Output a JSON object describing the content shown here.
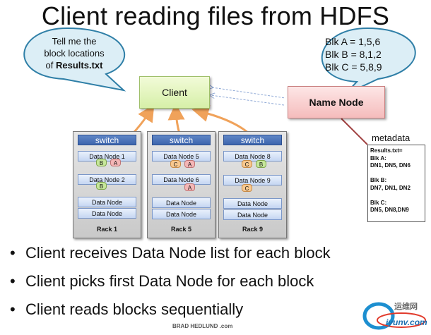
{
  "title": "Client reading files from HDFS",
  "callout_left": {
    "line1": "Tell me the",
    "line2": "block locations",
    "line3_prefix": "of ",
    "line3_bold": "Results.txt"
  },
  "callout_right": {
    "line1": "Blk A = 1,5,6",
    "line2": "Blk B = 8,1,2",
    "line3": "Blk C = 5,8,9"
  },
  "client_label": "Client",
  "namenode_label": "Name Node",
  "metadata": {
    "label": "metadata",
    "lines": [
      "Results.txt=",
      "Blk A:",
      "DN1, DN5, DN6",
      "",
      "Blk B:",
      "DN7, DN1, DN2",
      "",
      "Blk C:",
      "DN5, DN8,DN9"
    ]
  },
  "racks": [
    {
      "switch": "switch",
      "label": "Rack 1",
      "nodes": [
        {
          "label": "Data Node 1",
          "blocks": [
            "B",
            "A"
          ]
        },
        {
          "label": "Data Node 2",
          "blocks": [
            "B"
          ]
        },
        {
          "label": "Data Node",
          "blocks": []
        },
        {
          "label": "Data Node",
          "blocks": []
        }
      ]
    },
    {
      "switch": "switch",
      "label": "Rack 5",
      "nodes": [
        {
          "label": "Data Node 5",
          "blocks": [
            "C",
            "A"
          ]
        },
        {
          "label": "Data Node 6",
          "blocks": [
            "A"
          ]
        },
        {
          "label": "Data Node",
          "blocks": []
        },
        {
          "label": "Data Node",
          "blocks": []
        }
      ]
    },
    {
      "switch": "switch",
      "label": "Rack 9",
      "nodes": [
        {
          "label": "Data Node 8",
          "blocks": [
            "C",
            "B"
          ]
        },
        {
          "label": "Data Node 9",
          "blocks": [
            "C"
          ]
        },
        {
          "label": "Data Node",
          "blocks": []
        },
        {
          "label": "Data Node",
          "blocks": []
        }
      ]
    }
  ],
  "bullets": [
    "Client receives Data Node list for each block",
    "Client picks first Data Node for each block",
    "Client reads blocks sequentially"
  ],
  "credit": "BRAD HEDLUND .com",
  "logo_text": {
    "cn": "运维网",
    "main": "iyunv.com"
  },
  "colors": {
    "arrow": "#f0a25a",
    "dashed": "#8fa9d6",
    "callout_fill": "#dceef6",
    "callout_stroke": "#2f7fa7"
  }
}
